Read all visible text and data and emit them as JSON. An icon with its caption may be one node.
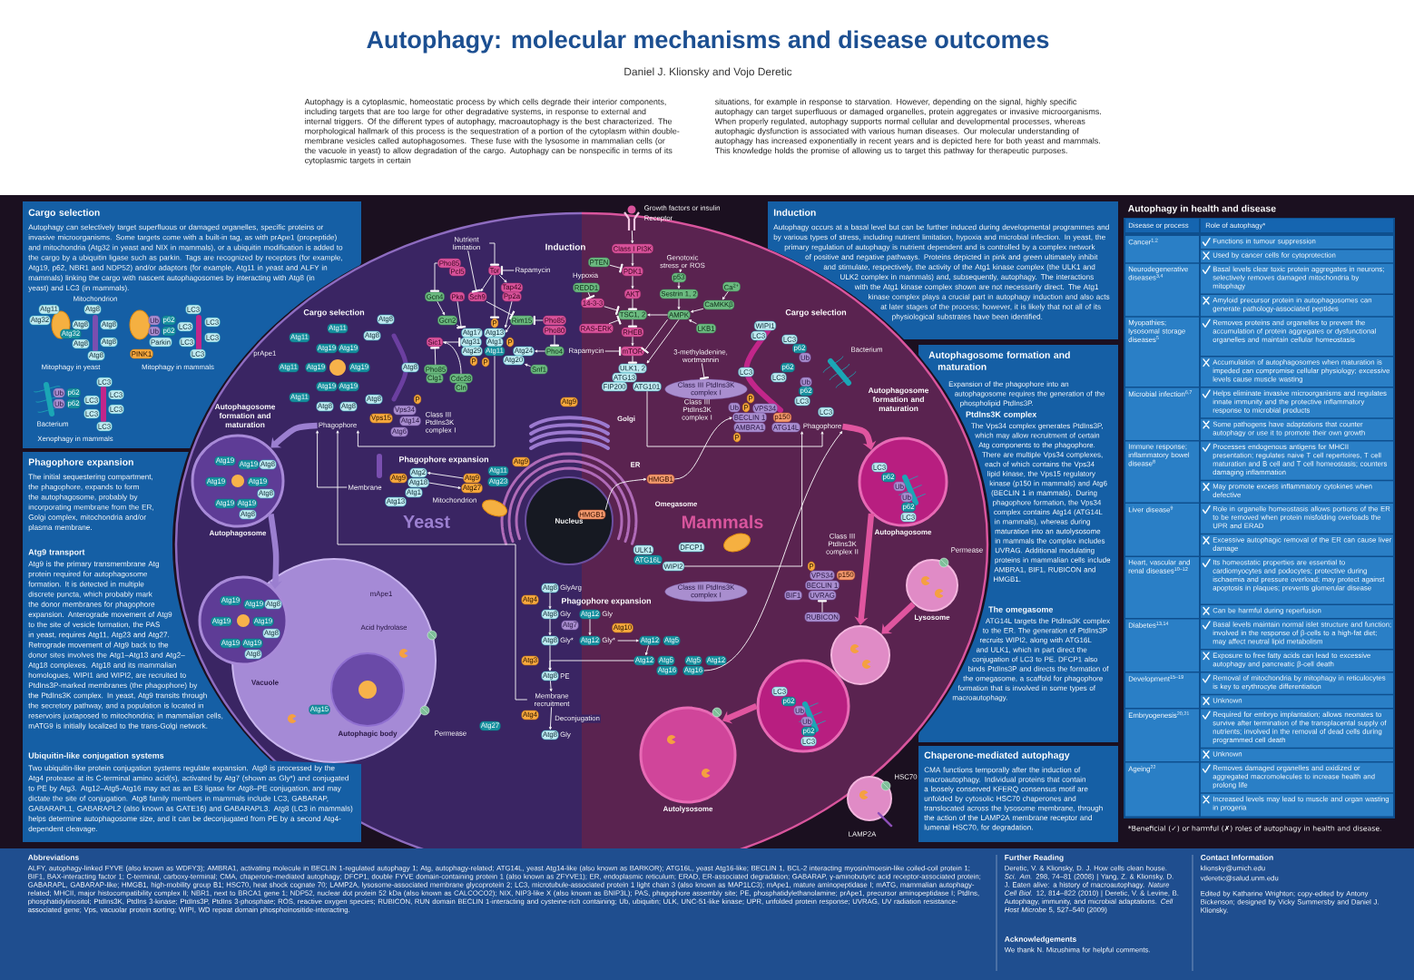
{
  "diagram": {
    "title": "Autophagy: molecular mechanisms and disease outcomes",
    "nodes": [
      {
        "text": [
          "Cargo selection",
          "Autophagy can selectively target superfluous or damaged organelles, specific proteins or invasive microorganisms. Some targets come with a built-in tag, as with prApe1 (propeptide) and mitochondria (Atg32 in yeast and NIX in mammals), or a ubiquitin modification is added to the cargo by a ubiquitin ligase such as parkin. Tags are recognized by receptors (for example, Atg19, p62, NBR1 and NDP52) and/or adaptors (for example, Atg11 in yeast and ALFY in mammals) linking the cargo with nascent autophagosomes by interacting with Atg8 (in yeast) and LC3 (in mammals)."
        ]
      },
      {
        "text": [
          "Atg11"
        ],
        "in": 0
      },
      {
        "text": [
          "Atg32"
        ],
        "in": 0
      },
      {
        "text": [
          "Atg8"
        ],
        "in": 0
      },
      {
        "text": [
          "Atg8"
        ],
        "in": 0
      },
      {
        "text": [
          "Atg8"
        ],
        "in": 0
      },
      {
        "text": [
          "Atg32"
        ],
        "in": 0
      },
      {
        "text": [
          "Atg8"
        ],
        "in": 0
      },
      {
        "text": [
          "Atg8"
        ],
        "in": 0
      },
      {
        "text": [
          "Atg8"
        ],
        "in": 0
      },
      {
        "text": [
          "LC3"
        ],
        "in": 0
      },
      {
        "text": [
          "Ub"
        ],
        "in": 0
      },
      {
        "text": [
          "p62"
        ],
        "in": 0
      },
      {
        "text": [
          "LC3"
        ],
        "in": 0
      },
      {
        "text": [
          "LC3"
        ],
        "in": 0
      },
      {
        "text": [
          "Ub"
        ],
        "in": 0
      },
      {
        "text": [
          "p62"
        ],
        "in": 0
      },
      {
        "text": [
          "LC3"
        ],
        "in": 0
      },
      {
        "text": [
          "Parkin"
        ],
        "in": 0
      },
      {
        "text": [
          "LC3"
        ],
        "in": 0
      },
      {
        "text": [
          "PINK1"
        ],
        "in": 0
      },
      {
        "text": [
          "LC3"
        ],
        "in": 0
      },
      {
        "text": [
          "LC3"
        ],
        "in": 0
      },
      {
        "text": [
          "Ub"
        ],
        "in": 0
      },
      {
        "text": [
          "p62"
        ],
        "in": 0
      },
      {
        "text": [
          "LC3"
        ],
        "in": 0
      },
      {
        "text": [
          "LC3"
        ],
        "in": 0
      },
      {
        "text": [
          "Ub"
        ],
        "in": 0
      },
      {
        "text": [
          "p62"
        ],
        "in": 0
      },
      {
        "text": [
          "LC3"
        ],
        "in": 0
      },
      {
        "text": [
          "LC3"
        ],
        "in": 0
      },
      {
        "text": [
          "LC3"
        ],
        "in": 0
      },
      {
        "text": [
          "Phagophore expansion",
          "The initial sequestering compartment, the phagophore, expands to form the autophagosome, probably by incorporating membrane from the ER, Golgi complex, mitochondria and/or plasma membrane.",
          "Atg9 transport",
          "Atg9 is the primary transmembrane Atg protein required for autophagosome formation. It is detected in multiple discrete puncta, which probably mark the donor membranes for phagophore expansion. Anterograde movement of Atg9 to the site of vesicle formation, the PAS in yeast, requires Atg11, Atg23 and Atg27. Retrograde movement of Atg9 back to the donor sites involves the Atg1–Atg13 and Atg2–Atg18 complexes. Atg18 and its mammalian homologues, WIPI1 and WIPI2, are recruited to PtdIns3P-marked membranes (the phagophore) by the PtdIns3K complex. In yeast, Atg9 transits through the secretory pathway, and a population is located in reservoirs juxtaposed to mitochondria; in mammalian cells, mATG9 is initially localized to the trans-Golgi network.",
          "Ubiquitin-like conjugation systems",
          "Two ubiquitin-like protein conjugation systems regulate expansion. Atg8 is processed by the Atg4 protease at its C-terminal amino acid(s), activated by Atg7 (shown as Gly*) and conjugated to PE by Atg3. Atg12–Atg5-Atg16 may act as an E3 ligase for Atg8–PE conjugation, and may dictate the site of conjugation. Atg8 family members in mammals include LC3, GABARAP, GABARAPL1, GABARAPL2 (also known as GATE16) and GABARAPL3. Atg8 (LC3 in mammals) helps determine autophagosome size, and it can be deconjugated from PE by a second Atg4-dependent cleavage."
        ]
      },
      {
        "text": [
          "Induction",
          "Autophagy occurs at a basal level but can be further induced during developmental programmes and by various types of stress, including nutrient limitation, hypoxia and microbial infection. In yeast, the primary regulation of autophagy is nutrient dependent and is controlled by a complex network of positive and negative pathways. Proteins depicted in pink and green ultimately inhibit and stimulate, respectively, the activity of the Atg1 kinase complex (the ULK1 and ULK2 complex in mammals) and, subsequently, autophagy. The interactions with the Atg1 kinase complex shown are not necessarily direct. The Atg1 kinase complex plays a crucial part in autophagy induction and also acts at later stages of the process; however, it is likely that not all of its physiological substrates have been identified."
        ]
      },
      {
        "text": [
          "Autophagosome formation and maturation",
          "Expansion of the phagophore into an autophagosome requires the generation of the phospholipid PtdIns3P.",
          "PtdIns3K complex",
          "The Vps34 complex generates PtdIns3P, which may allow recruitment of certain Atg components to the phagophore. There are multiple Vps34 complexes, each of which contains the Vps34 lipid kinase, the Vps15 regulatory kinase (p150 in mammals) and Atg6 (BECLIN 1 in mammals). During phagophore formation, the Vps34 complex contains Atg14 (ATG14L in mammals), whereas during maturation into an autolysosome in mammals the complex includes UVRAG. Additional modulating proteins in mammalian cells include AMBRA1, BIF1, RUBICON and HMGB1.",
          "The omegasome",
          "ATG14L targets the PtdIns3K complex to the ER. The generation of PtdIns3P recruits WIPI2, along with ATG16L and ULK1, which in part direct the conjugation of LC3 to PE. DFCP1 also binds PtdIns3P and directs the formation of the omegasome, a scaffold for phagophore formation that is involved in some types of macroautophagy."
        ]
      },
      {
        "text": [
          "Chaperone-mediated autophagy",
          "CMA functions temporally after the induction of macroautophagy. Individual proteins that contain a loosely conserved KFERQ consensus motif are unfolded by cytosolic HSC70 chaperones and translocated across the lysosome membrane, through the action of the LAMP2A membrane receptor and lumenal HSC70, for degradation."
        ]
      },
      {
        "text": [
          "Atg8"
        ]
      },
      {
        "text": [
          "Atg11"
        ]
      },
      {
        "text": [
          "Atg11"
        ]
      },
      {
        "text": [
          "Atg19"
        ]
      },
      {
        "text": [
          "Atg19"
        ]
      },
      {
        "text": [
          "Atg8"
        ]
      },
      {
        "text": [
          "Atg19"
        ]
      },
      {
        "text": [
          "Atg19"
        ]
      },
      {
        "text": [
          "Atg11"
        ]
      },
      {
        "text": [
          "Atg8"
        ]
      },
      {
        "text": [
          "Atg8"
        ]
      },
      {
        "text": [
          "Atg19"
        ]
      },
      {
        "text": [
          "Atg19"
        ]
      },
      {
        "text": [
          "Atg11"
        ]
      },
      {
        "text": [
          "Atg8"
        ]
      },
      {
        "text": [
          "P"
        ]
      },
      {
        "text": [
          "Vps34"
        ]
      },
      {
        "text": [
          "Atg8"
        ]
      },
      {
        "text": [
          "Vps15"
        ]
      },
      {
        "text": [
          "Atg14"
        ]
      },
      {
        "text": [
          "Phagophore"
        ]
      },
      {
        "text": [
          "Atg6"
        ]
      },
      {
        "text": [
          "Nutrient limitation"
        ]
      },
      {
        "text": [
          "Pho85"
        ]
      },
      {
        "text": [
          "Pcl5"
        ]
      },
      {
        "text": [
          "Tor"
        ]
      },
      {
        "text": [
          "Rapamycin"
        ]
      },
      {
        "text": [
          "Tap42"
        ]
      },
      {
        "text": [
          "Gcn4"
        ]
      },
      {
        "text": [
          "Pka"
        ]
      },
      {
        "text": [
          "Sch9"
        ]
      },
      {
        "text": [
          "Pp2a"
        ]
      },
      {
        "text": [
          "Gcn2"
        ]
      },
      {
        "text": [
          "Rim15"
        ]
      },
      {
        "text": [
          "Pho85"
        ]
      },
      {
        "text": [
          "P"
        ]
      },
      {
        "text": [
          "Pho80"
        ]
      },
      {
        "text": [
          "Atg17"
        ]
      },
      {
        "text": [
          "Atg13"
        ]
      },
      {
        "text": [
          "Sic1"
        ]
      },
      {
        "text": [
          "Atg31"
        ]
      },
      {
        "text": [
          "Atg1"
        ]
      },
      {
        "text": [
          "P"
        ]
      },
      {
        "text": [
          "Atg29"
        ]
      },
      {
        "text": [
          "Atg11"
        ]
      },
      {
        "text": [
          "Atg24"
        ]
      },
      {
        "text": [
          "Pho4"
        ]
      },
      {
        "text": [
          "Atg20"
        ]
      },
      {
        "text": [
          "P"
        ]
      },
      {
        "text": [
          "P"
        ]
      },
      {
        "text": [
          "Pho85"
        ]
      },
      {
        "text": [
          "Snf1"
        ]
      },
      {
        "text": [
          "Clg1"
        ]
      },
      {
        "text": [
          "Cdc28"
        ]
      },
      {
        "text": [
          "Cln"
        ]
      },
      {
        "text": [],
        "shape": "picture",
        "beside": [
          "Growth factors or insulin",
          "Receptor"
        ]
      },
      {
        "text": [
          "Class I PI3K"
        ]
      },
      {
        "text": [
          "PTEN"
        ]
      },
      {
        "text": [
          "Genotoxic stress or ROS"
        ]
      },
      {
        "text": [
          "PDK1"
        ]
      },
      {
        "text": [
          "p53"
        ]
      },
      {
        "text": [
          "REDD1"
        ]
      },
      {
        "text": [
          "Ca$^{2+}$"
        ]
      },
      {
        "text": [
          "AKT"
        ]
      },
      {
        "text": [
          "Sestrin 1, 2"
        ]
      },
      {
        "text": [
          "CaMKKβ"
        ]
      },
      {
        "text": [
          "14-3-3"
        ]
      },
      {
        "text": [
          "TSC1, 2"
        ]
      },
      {
        "text": [
          "AMPK"
        ]
      },
      {
        "text": [
          "LKB1"
        ]
      },
      {
        "text": [
          "RAS-ERK"
        ]
      },
      {
        "text": [
          "RHEB"
        ]
      },
      {
        "text": [
          "Rapamycin"
        ]
      },
      {
        "text": [
          "mTOR"
        ]
      },
      {
        "text": [
          "3-methyladenine, wortmannin"
        ]
      },
      {
        "text": [
          "ULK1, 2"
        ]
      },
      {
        "text": [
          "ATG13"
        ]
      },
      {
        "text": [
          "Class III PtdIns3K complex I"
        ]
      },
      {
        "text": [
          "FIP200"
        ]
      },
      {
        "text": [
          "ATG101"
        ]
      },
      {
        "text": [
          "WIPI1"
        ]
      },
      {
        "text": [
          "LC3"
        ]
      },
      {
        "text": [
          "LC3"
        ]
      },
      {
        "text": [
          "p62"
        ]
      },
      {
        "text": [
          "Ub"
        ]
      },
      {
        "text": [
          "p62"
        ]
      },
      {
        "text": [
          "LC3"
        ]
      },
      {
        "text": [
          "LC3"
        ]
      },
      {
        "text": [
          "Ub"
        ]
      },
      {
        "text": [
          "p62"
        ]
      },
      {
        "text": [
          "LC3"
        ]
      },
      {
        "text": [
          "P"
        ]
      },
      {
        "text": [
          "Ub"
        ]
      },
      {
        "text": [
          "P"
        ]
      },
      {
        "text": [
          "VPS34"
        ]
      },
      {
        "text": [
          "LC3"
        ]
      },
      {
        "text": [
          "BECLIN 1"
        ]
      },
      {
        "text": [
          "p150"
        ]
      },
      {
        "text": [
          "Phagophore"
        ]
      },
      {
        "text": [
          "AMBRA1"
        ]
      },
      {
        "text": [
          "ATG14L"
        ]
      },
      {
        "text": [
          "P"
        ]
      },
      {
        "text": [
          "Atg9"
        ]
      },
      {
        "text": [
          "Atg9"
        ]
      },
      {
        "text": [
          "Atg2"
        ]
      },
      {
        "text": [
          "Atg11"
        ]
      },
      {
        "text": [
          "Atg9"
        ]
      },
      {
        "text": [
          "Atg9"
        ]
      },
      {
        "text": [
          "Atg18"
        ]
      },
      {
        "text": [
          "Atg23"
        ]
      },
      {
        "text": [
          "Atg27"
        ]
      },
      {
        "text": [
          "Atg1"
        ]
      },
      {
        "text": [
          "Membrane"
        ]
      },
      {
        "text": [
          "Atg13"
        ]
      },
      {
        "text": [
          "HMGB1"
        ]
      },
      {
        "text": [
          "Nucleus"
        ]
      },
      {
        "text": [
          "HMGB1"
        ],
        "in": 151
      },
      {
        "text": [
          "DFCP1"
        ]
      },
      {
        "text": [
          "ULK1"
        ]
      },
      {
        "text": [
          "ATG16L"
        ]
      },
      {
        "text": [
          "WIPI2"
        ]
      },
      {
        "text": [
          "Class III PtdIns3K complex I"
        ]
      },
      {
        "text": [
          "Atg8"
        ],
        "beside": [
          "GlyArg"
        ]
      },
      {
        "text": [
          "Atg4"
        ]
      },
      {
        "text": [
          "Atg8"
        ],
        "beside": [
          "Gly"
        ]
      },
      {
        "text": [
          "Atg12"
        ],
        "beside": [
          "Gly"
        ]
      },
      {
        "text": [
          "Atg7"
        ]
      },
      {
        "text": [
          "Atg10"
        ]
      },
      {
        "text": [
          "Atg8"
        ],
        "beside": [
          "Gly*"
        ]
      },
      {
        "text": [
          "Atg12"
        ],
        "beside": [
          "Gly*"
        ]
      },
      {
        "text": [
          "Atg12"
        ]
      },
      {
        "text": [
          "Atg5"
        ]
      },
      {
        "text": [
          "Atg3"
        ]
      },
      {
        "text": [
          "Atg12"
        ]
      },
      {
        "text": [
          "Atg5"
        ]
      },
      {
        "text": [
          "Atg5"
        ]
      },
      {
        "text": [
          "Atg12"
        ]
      },
      {
        "text": [
          "Atg16"
        ]
      },
      {
        "text": [
          "Atg16"
        ]
      },
      {
        "text": [
          "Atg8"
        ],
        "beside": [
          "PE"
        ]
      },
      {
        "text": [
          "Membrane recruitment"
        ]
      },
      {
        "text": [
          "Atg4"
        ]
      },
      {
        "text": [
          "Atg8"
        ],
        "beside": [
          "Gly"
        ]
      },
      {
        "text": [
          "P"
        ]
      },
      {
        "text": [
          "VPS34"
        ]
      },
      {
        "text": [
          "p150"
        ]
      },
      {
        "text": [
          "BECLIN 1"
        ]
      },
      {
        "text": [
          "BIF1"
        ]
      },
      {
        "text": [
          "UVRAG"
        ]
      },
      {
        "text": [
          "RUBICON"
        ]
      },
      {
        "text": [
          "Autophagosome"
        ]
      },
      {
        "text": [
          "Atg19"
        ],
        "in": 186
      },
      {
        "text": [
          "Atg19"
        ],
        "in": 186
      },
      {
        "text": [
          "Atg8"
        ],
        "in": 186
      },
      {
        "text": [
          "Atg19"
        ],
        "in": 186
      },
      {
        "text": [
          "Atg19"
        ],
        "in": 186
      },
      {
        "text": [
          "Atg8"
        ],
        "in": 186
      },
      {
        "text": [
          "Atg19"
        ],
        "in": 186
      },
      {
        "text": [
          "Atg19"
        ],
        "in": 186
      },
      {
        "text": [
          "Atg8"
        ],
        "in": 186
      },
      {
        "text": [
          "Vacuole"
        ]
      },
      {
        "text": [],
        "shape": "circle"
      },
      {
        "text": [
          "Atg19"
        ],
        "in": 197
      },
      {
        "text": [
          "Atg19"
        ]
      },
      {
        "text": [
          "Atg8"
        ]
      },
      {
        "text": [
          "Atg19"
        ],
        "in": 197
      },
      {
        "text": [
          "Atg19"
        ]
      },
      {
        "text": [
          "Atg8"
        ]
      },
      {
        "text": [
          "Atg19"
        ],
        "in": 197
      },
      {
        "text": [
          "Atg19"
        ]
      },
      {
        "text": [
          "Atg8"
        ]
      },
      {
        "text": [
          "Autophagic body"
        ],
        "in": 196
      },
      {
        "text": [
          "Atg15"
        ],
        "in": 196
      },
      {
        "text": [
          "Atg27"
        ]
      },
      {
        "text": [
          "Autophagosome"
        ]
      },
      {
        "text": [
          "LC3"
        ],
        "in": 210
      },
      {
        "text": [
          "p62"
        ],
        "in": 210
      },
      {
        "text": [
          "Ub"
        ],
        "in": 210
      },
      {
        "text": [
          "Ub"
        ],
        "in": 210
      },
      {
        "text": [
          "p62"
        ],
        "in": 210
      },
      {
        "text": [
          "LC3"
        ],
        "in": 210
      },
      {
        "text": [
          "Lysosome"
        ]
      },
      {
        "text": [],
        "shape": "circle"
      },
      {
        "text": [],
        "shape": "circle"
      },
      {
        "text": [
          "LC3"
        ],
        "in": 219
      },
      {
        "text": [
          "p62"
        ],
        "in": 219
      },
      {
        "text": [
          "Ub"
        ],
        "in": 219
      },
      {
        "text": [
          "Ub"
        ],
        "in": 219
      },
      {
        "text": [
          "p62"
        ],
        "in": 219
      },
      {
        "text": [
          "LC3"
        ],
        "in": 219
      },
      {
        "text": [
          "Autolysosome"
        ]
      },
      {
        "text": [],
        "shape": "circle"
      }
    ],
    "edges": [
      {
        "from": 58,
        "to": 61,
        "arrow": "other"
      },
      {
        "from": 58,
        "to": 66,
        "arrow": "other"
      },
      {
        "from": 62,
        "to": 61,
        "arrow": "other"
      },
      {
        "from": 59,
        "to": 64,
        "arrow": "other"
      },
      {
        "from": 61,
        "to": 66,
        "arrow": "to"
      },
      {
        "from": 61,
        "to": 63,
        "arrow": "to"
      },
      {
        "from": 61,
        "to": 71,
        "arrow": "other"
      },
      {
        "from": 64,
        "to": 68,
        "arrow": "to"
      },
      {
        "from": 68,
        "to": 73,
        "arrow": "to"
      },
      {
        "from": 65,
        "to": 73,
        "arrow": "other"
      },
      {
        "from": 66,
        "to": 69,
        "arrow": "other"
      },
      {
        "from": 67,
        "to": 74,
        "arrow": "to"
      },
      {
        "from": 69,
        "to": 74,
        "arrow": "to"
      },
      {
        "from": 70,
        "to": 69,
        "arrow": "other"
      },
      {
        "from": 72,
        "to": 82,
        "arrow": "other"
      },
      {
        "from": 82,
        "to": 81,
        "arrow": "to"
      },
      {
        "from": 87,
        "to": 83,
        "arrow": "to"
      },
      {
        "from": 75,
        "to": 76,
        "arrow": "other"
      },
      {
        "from": 86,
        "to": 75,
        "arrow": "other"
      },
      {
        "from": 89,
        "to": 75,
        "arrow": "to"
      },
      {
        "from": 80,
        "to": 56,
        "arrow": "to"
      },
      {
        "from": 91,
        "to": 92,
        "arrow": "to"
      },
      {
        "from": 93,
        "to": 95,
        "arrow": "other"
      },
      {
        "from": 92,
        "to": 95,
        "arrow": "to"
      },
      {
        "from": 95,
        "to": 99,
        "arrow": "to"
      },
      {
        "from": 99,
        "to": 103,
        "arrow": "other"
      },
      {
        "from": 103,
        "to": 107,
        "arrow": "other"
      },
      {
        "from": 107,
        "to": 109,
        "arrow": "to"
      },
      {
        "from": 109,
        "to": 111,
        "arrow": "other"
      },
      {
        "from": 108,
        "to": 109,
        "arrow": "other"
      },
      {
        "from": 97,
        "to": 102,
        "arrow": "other"
      },
      {
        "from": 102,
        "to": 103,
        "arrow": "other"
      },
      {
        "from": 106,
        "to": 103,
        "arrow": "other"
      },
      {
        "from": 94,
        "to": 96,
        "arrow": "to"
      },
      {
        "from": 96,
        "to": 100,
        "arrow": "to"
      },
      {
        "from": 100,
        "to": 104,
        "arrow": "to"
      },
      {
        "from": 98,
        "to": 101,
        "arrow": "to"
      },
      {
        "from": 101,
        "to": 104,
        "arrow": "to"
      },
      {
        "from": 105,
        "to": 104,
        "arrow": "to"
      },
      {
        "from": 104,
        "to": 103,
        "arrow": "to"
      },
      {
        "from": 104,
        "to": 109,
        "arrow": "other"
      },
      {
        "from": 104,
        "to": 111,
        "arrow": "to"
      },
      {
        "from": 110,
        "to": 113,
        "arrow": "other"
      },
      {
        "from": 115,
        "to": 134,
        "arrow": "to"
      },
      {
        "from": 152,
        "to": 150,
        "arrow": "to"
      },
      {
        "from": 150,
        "to": 132,
        "arrow": "to"
      },
      {
        "from": 156,
        "to": 134,
        "arrow": "to"
      },
      {
        "from": 174,
        "to": 134,
        "arrow": "to"
      },
      {
        "from": 143,
        "to": 140,
        "arrow": "to"
      },
      {
        "from": 144,
        "to": 146,
        "arrow": "to"
      },
      {
        "from": 148,
        "to": 56,
        "arrow": "to"
      },
      {
        "from": 176,
        "to": 56,
        "arrow": "to"
      },
      {
        "from": 158,
        "to": 160,
        "arrow": "to"
      },
      {
        "from": 160,
        "to": 164,
        "arrow": "to"
      },
      {
        "from": 161,
        "to": 165,
        "arrow": "to"
      },
      {
        "from": 165,
        "to": 166,
        "arrow": "to"
      },
      {
        "from": 166,
        "to": 169,
        "arrow": "to"
      },
      {
        "from": 169,
        "to": 175,
        "arrow": "to"
      },
      {
        "from": 164,
        "to": 175,
        "arrow": "to"
      },
      {
        "from": 175,
        "to": 176,
        "arrow": "to"
      },
      {
        "from": 176,
        "to": 178,
        "arrow": "to",
        "label": "Deconjugation"
      },
      {
        "from": 185,
        "to": 184,
        "arrow": "other"
      },
      {
        "from": 56,
        "to": 186,
        "arrow": "to",
        "style": "thick",
        "color": "#9b7fd0"
      },
      {
        "from": 186,
        "to": 197,
        "arrow": "to",
        "style": "thick",
        "color": "#9b7fd0"
      },
      {
        "from": 134,
        "to": 210,
        "arrow": "to",
        "style": "thick",
        "color": "#e0559f"
      },
      {
        "from": 210,
        "to": 218,
        "arrow": "to",
        "style": "thick",
        "color": "#e0559f"
      },
      {
        "from": 217,
        "to": 218,
        "arrow": "to",
        "style": "thick",
        "color": "#e0559f"
      },
      {
        "from": 219,
        "to": 226,
        "arrow": "to",
        "style": "thick",
        "color": "#e0559f"
      }
    ],
    "labels": [
      "Daniel J. Klionsky and Vojo Deretic",
      "Autophagy is a cytoplasmic, homeostatic process by which cells degrade their interior components, including targets that are too large for other degradative systems, in response to external and internal triggers. Of the different types of autophagy, macroautophagy is the best characterized. The morphological hallmark of this process is the sequestration of a portion of the cytoplasm within double-membrane vesicles called autophagosomes. These fuse with the lysosome in mammalian cells (or the vacuole in yeast) to allow degradation of the cargo. Autophagy can be nonspecific in terms of its cytoplasmic targets in certain",
      "situations, for example in response to starvation. However, depending on the signal, highly specific autophagy can target superfluous or damaged organelles, protein aggregates or invasive microorganisms. When properly regulated, autophagy supports normal cellular and developmental processes, whereas autophagic dysfunction is associated with various human diseases. Our molecular understanding of autophagy has increased exponentially in recent years and is depicted here for both yeast and mammals. This knowledge holds the promise of allowing us to target this pathway for therapeutic purposes.",
      "Mitochondrion",
      "Mitophagy in yeast",
      "Mitophagy in mammals",
      "Bacterium",
      "Xenophagy in mammals",
      "Induction",
      "Cargo selection",
      "prApe1",
      "Class III PtdIns3K complex I",
      "Hypoxia",
      "Cargo selection",
      "Class III PtdIns3K complex I",
      "Bacterium",
      "Autophagosome formation and maturation",
      "Autophagosome formation and maturation",
      "Golgi",
      "Phagophore expansion",
      "ER",
      "Mitochondrion",
      "Omegasome",
      "Yeast",
      "Mammals",
      "Class III PtdIns3K complex II",
      "Permease",
      "Phagophore expansion",
      "mApe1",
      "Acid hydrolase",
      "Permease",
      "HSC70",
      "LAMP2A",
      "Autophagy in health and disease",
      "Disease or process",
      "Role of autophagy*",
      "Cancer$^{1,2}$",
      "Functions in tumour suppression",
      "Used by cancer cells for cytoprotection",
      "Neurodegenerative diseases$^{3,4}$",
      "Basal levels clear toxic protein aggregates in neurons; selectively removes damaged mitochondria by mitophagy",
      "Amyloid precursor protein in autophagosomes can generate pathology-associated peptides",
      "Myopathies; lysosomal storage diseases$^{5}$",
      "Removes proteins and organelles to prevent the accumulation of protein aggregates or dysfunctional organelles and maintain cellular homeostasis",
      "Accumulation of autophagosomes when maturation is impeded can compromise cellular physiology; excessive levels cause muscle wasting",
      "Microbial infection$^{6,7}$",
      "Helps eliminate invasive microorganisms and regulates innate immunity and the protective inflammatory response to microbial products",
      "Some pathogens have adaptations that counter autophagy or use it to promote their own growth",
      "Immune response; inflammatory bowel disease$^{8}$",
      "Processes endogenous antigens for MHCII presentation; regulates naive T cell repertoires, T cell maturation and B cell and T cell homeostasis; counters damaging inflammation",
      "May promote excess inflammatory cytokines when defective",
      "Liver disease$^{9}$",
      "Role in organelle homeostasis allows portions of the ER to be removed when protein misfolding overloads the UPR and ERAD",
      "Excessive autophagic removal of the ER can cause liver damage",
      "Heart, vascular and renal diseases$^{10–12}$",
      "Its homeostatic properties are essential to cardiomyocytes and podocytes; protective during ischaemia and pressure overload; may protect against apoptosis in plaques; prevents glomerular disease",
      "Can be harmful during reperfusion",
      "Diabetes$^{13,14}$",
      "Basal levels maintain normal islet structure and function; involved in the response of β-cells to a high-fat diet; may affect neutral lipid metabolism",
      "Exposure to free fatty acids can lead to excessive autophagy and pancreatic β-cell death",
      "Development$^{15–19}$",
      "Removal of mitochondria by mitophagy in reticulocytes is key to erythrocyte differentiation",
      "Unknown",
      "Embryogenesis$^{20,21}$",
      "Required for embryo implantation; allows neonates to survive after termination of the transplacental supply of nutrients; involved in the removal of dead cells during programmed cell death",
      "Unknown",
      "Ageing$^{22}$",
      "Removes damaged organelles and oxidized or aggregated macromolecules to increase health and prolong life",
      "Increased levels may lead to muscle and organ wasting in progeria",
      "*Beneficial (✓) or harmful (✗) roles of autophagy in health and disease.",
      "Abbreviations",
      "ALFY, autophagy-linked FYVE (also known as WDFY3); AMBRA1, activating molecule in BECLIN 1-regulated autophagy 1; Atg, autophagy-related; ATG14L, yeast Atg14-like (also known as BARKOR); ATG16L, yeast Atg16-like; BECLIN 1, BCL-2 interacting myosin/moesin-like coiled-coil protein 1; BIF1, BAX-interacting factor 1; C-terminal, carboxy-terminal; CMA, chaperone-mediated autophagy; DFCP1, double FYVE domain-containing protein 1 (also known as ZFYVE1); ER, endoplasmic reticulum; ERAD, ER-associated degradation; GABARAP, γ-aminobutyric acid receptor-associated protein; GABARAPL, GABARAP-like; HMGB1, high-mobility group B1; HSC70, heat shock cognate 70; LAMP2A, lysosome-associated membrane glycoprotein 2; LC3, microtubule-associated protein 1 light chain 3 (also known as MAP1LC3); mApe1, mature aminopeptidase I; mATG, mammalian autophagy-related; MHCII, major histocompatibility complex II; NBR1, next to BRCA1 gene 1; NDP52, nuclear dot protein 52 kDa (also known as CALCOCO2); NIX, NIP3-like X (also known as BNIP3L); PAS, phagophore assembly site; PE, phosphatidylethanolamine; prApe1, precursor aminopeptidase I; PtdIns, phosphatidylinositol; PtdIns3K, PtdIns 3-kinase; PtdIns3P, PtdIns 3-phosphate; ROS, reactive oxygen species; RUBICON, RUN domain BECLIN 1-interacting and cysteine-rich containing; Ub, ubiquitin; ULK, UNC-51-like kinase; UPR, unfolded protein response; UVRAG, UV radiation resistance-associated gene; Vps, vacuolar protein sorting; WIPI, WD repeat domain phosphoinositide-interacting.",
      "Further Reading",
      "Deretic, V. & Klionsky, D. J. How cells clean house. *Sci. Am.* 298, 74–81 (2008) | Yang, Z. & Klionsky, D. J. Eaten alive: a history of macroautophagy. *Nature Cell Biol.* 12, 814–822 (2010) | Deretic, V. & Levine, B. Autophagy, immunity, and microbial adaptations. *Cell Host Microbe* 5, 527–540 (2009)",
      "Acknowledgements",
      "We thank N. Mizushima for helpful comments.",
      "Contact Information",
      "klionsky@umich.edu",
      "vderetic@salud.unm.edu",
      "Edited by Katharine Wrighton; copy-edited by Antony Bickenson; designed by Vicky Summersby and Daniel J. Klionsky."
    ]
  }
}
